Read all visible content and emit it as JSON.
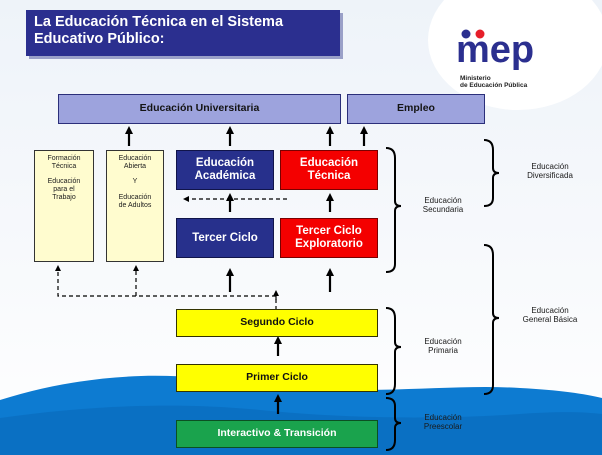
{
  "title": "La Educación Técnica en el Sistema\nEducativo Público:",
  "logo": {
    "wordmark": "mep",
    "ministry_lines": "Ministerio\nde Educación Pública",
    "colors": {
      "m_left": "#2b2f8f",
      "m_right": "#e61e2a",
      "letters": "#2b2f8f"
    }
  },
  "boxes": {
    "universitaria": "Educación Universitaria",
    "empleo": "Empleo",
    "formacion_tecnica": "Formación\nTécnica\n\nEducación\npara el\nTrabajo",
    "educacion_abierta": "Educación\nAbierta\n\nY\n\nEducación\nde Adultos",
    "academica": "Educación\nAcadémica",
    "tecnica": "Educación\nTécnica",
    "tercer_ciclo": "Tercer  Ciclo",
    "tercer_ciclo_exploratorio": "Tercer Ciclo\nExploratorio",
    "segundo_ciclo": "Segundo Ciclo",
    "primer_ciclo": "Primer Ciclo",
    "interactivo": "Interactivo & Transición"
  },
  "brackets": {
    "secundaria": "Educación\nSecundaria",
    "diversificada": "Educación\nDiversificada",
    "general_basica": "Educación\nGeneral  Básica",
    "primaria": "Educación\nPrimaria",
    "preescolar": "Educación\nPreescolar"
  },
  "colors": {
    "university_box": "#9da3dd",
    "academic_navy": "#27308c",
    "technical_red": "#f40000",
    "cycle_yellow": "#ffff00",
    "preschool_green": "#1aa34d",
    "side_cream": "#fffccf",
    "wave_blue": "#0d7bd1"
  }
}
